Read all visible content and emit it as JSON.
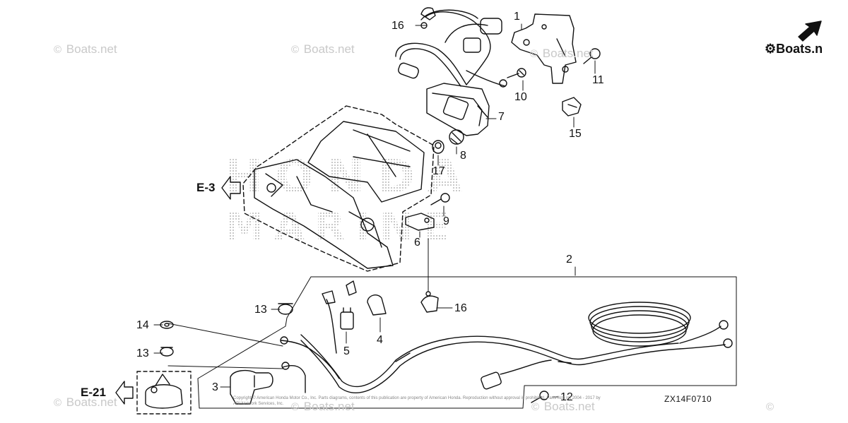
{
  "watermark": {
    "text": "Boats.net",
    "symbol": "©"
  },
  "logo": {
    "text": "Boats.n"
  },
  "section_refs": [
    {
      "id": "e3",
      "label": "E-3"
    },
    {
      "id": "e21",
      "label": "E-21"
    }
  ],
  "callouts": {
    "p1": "1",
    "p2": "2",
    "p3": "3",
    "p4": "4",
    "p5": "5",
    "p6": "6",
    "p7": "7",
    "p8": "8",
    "p9": "9",
    "p10": "10",
    "p11": "11",
    "p12": "12",
    "p13a": "13",
    "p13b": "13",
    "p14": "14",
    "p15": "15",
    "p16a": "16",
    "p16b": "16",
    "p17": "17"
  },
  "diagram_id": "ZX14F0710",
  "background_mark": {
    "line1": "HONDA",
    "line2": "MARINE"
  },
  "copyright": "Copyright © American Honda Motor Co., Inc. Parts diagrams, contents of this publication are property of American Honda. Reproduction without approval is prohibited. Parts lists (c) 2004 - 2017 by ARI Network Services, Inc.",
  "colors": {
    "line": "#111111",
    "watermark": "#c9c9c9",
    "dotted_mark": "#b8b8b8"
  }
}
